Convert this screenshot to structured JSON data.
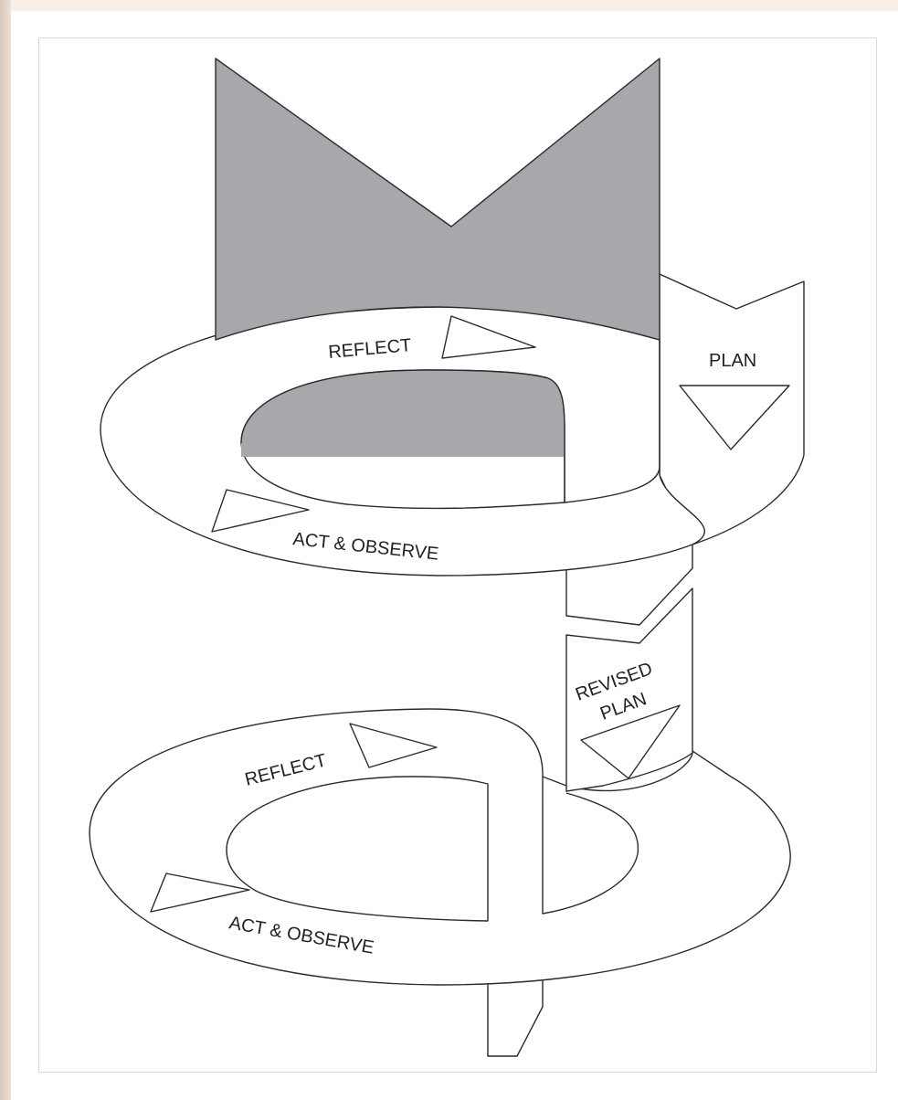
{
  "colors": {
    "background": "#f3e6df",
    "panel": "#ffffff",
    "stroke": "#2b2b2b",
    "shade": "#a7a8ab"
  },
  "cycle1": {
    "reflect": "REFLECT",
    "act_observe": "ACT & OBSERVE",
    "plan": "PLAN"
  },
  "cycle2": {
    "revised_plan_line1": "REVISED",
    "revised_plan_line2": "PLAN",
    "reflect": "REFLECT",
    "act_observe": "ACT & OBSERVE"
  },
  "icons": [
    "arrow-triangle-icon"
  ]
}
